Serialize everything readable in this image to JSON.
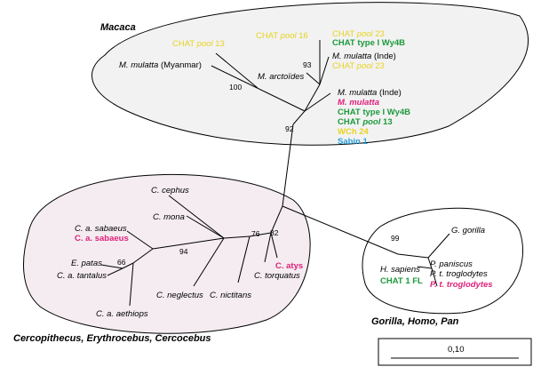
{
  "colors": {
    "black": "#000000",
    "yellow": "#e8d320",
    "green": "#1c9a3c",
    "magenta": "#e0207a",
    "cyan": "#2aa0d8",
    "region_fill_macaca": "#f2f2f2",
    "region_fill_cercopithecus": "#f4ecf0"
  },
  "groups": {
    "macaca": "Macaca",
    "cercopithecus": "Cercopithecus, Erythrocebus, Cercocebus",
    "hominids": "Gorilla, Homo, Pan"
  },
  "scale_bar": {
    "label": "0,10"
  },
  "bootstrap": {
    "b100": "100",
    "b93": "93",
    "b92": "92",
    "b94": "94",
    "b76": "76",
    "b82": "82",
    "b66": "66",
    "b99": "99"
  },
  "labels": {
    "chat_pool13_top": {
      "prefix": "CHAT ",
      "pool": "pool",
      "suffix": " 13"
    },
    "chat_pool16": {
      "prefix": "CHAT ",
      "pool": "pool",
      "suffix": " 16"
    },
    "chat_pool23_a": {
      "prefix": "CHAT ",
      "pool": "pool",
      "suffix": " 23"
    },
    "chat_type_a": "CHAT type I Wy4B",
    "mm_inde_a": {
      "species": "M. mulatta",
      "place": " (Inde)"
    },
    "chat_pool23_b": {
      "prefix": "CHAT ",
      "pool": "pool",
      "suffix": " 23"
    },
    "mm_myanmar": {
      "species": "M. mulatta",
      "place": " (Myanmar)"
    },
    "m_arctoides": "M. arctoïdes",
    "mm_inde_b": {
      "species": "M. mulatta",
      "place": " (Inde)"
    },
    "m_mulatta_pink": "M. mulatta",
    "chat_type_b": "CHAT type I Wy4B",
    "chat_pool13_b": {
      "prefix": "CHAT ",
      "pool": "pool",
      "suffix": " 13"
    },
    "wch24": "WCh 24",
    "sabin1": "Sabin 1",
    "c_cephus": "C. cephus",
    "c_mona": "C. mona",
    "c_a_sabaeus": "C. a. sabaeus",
    "c_a_sabaeus_pink": "C. a. sabaeus",
    "e_patas": "E. patas",
    "c_a_tantalus": "C. a. tantalus",
    "c_a_aethiops": "C. a. aethiops",
    "c_neglectus": "C. neglectus",
    "c_nictitans": "C. nictitans",
    "c_torquatus": "C. torquatus",
    "c_atys": "C. atys",
    "g_gorilla": "G. gorilla",
    "h_sapiens": "H. sapiens",
    "p_paniscus": "P. paniscus",
    "p_t_trog": "P. t. troglodytes",
    "chat1fl": "CHAT 1 FL",
    "p_t_trog_pink": "P. t. troglodytes"
  }
}
